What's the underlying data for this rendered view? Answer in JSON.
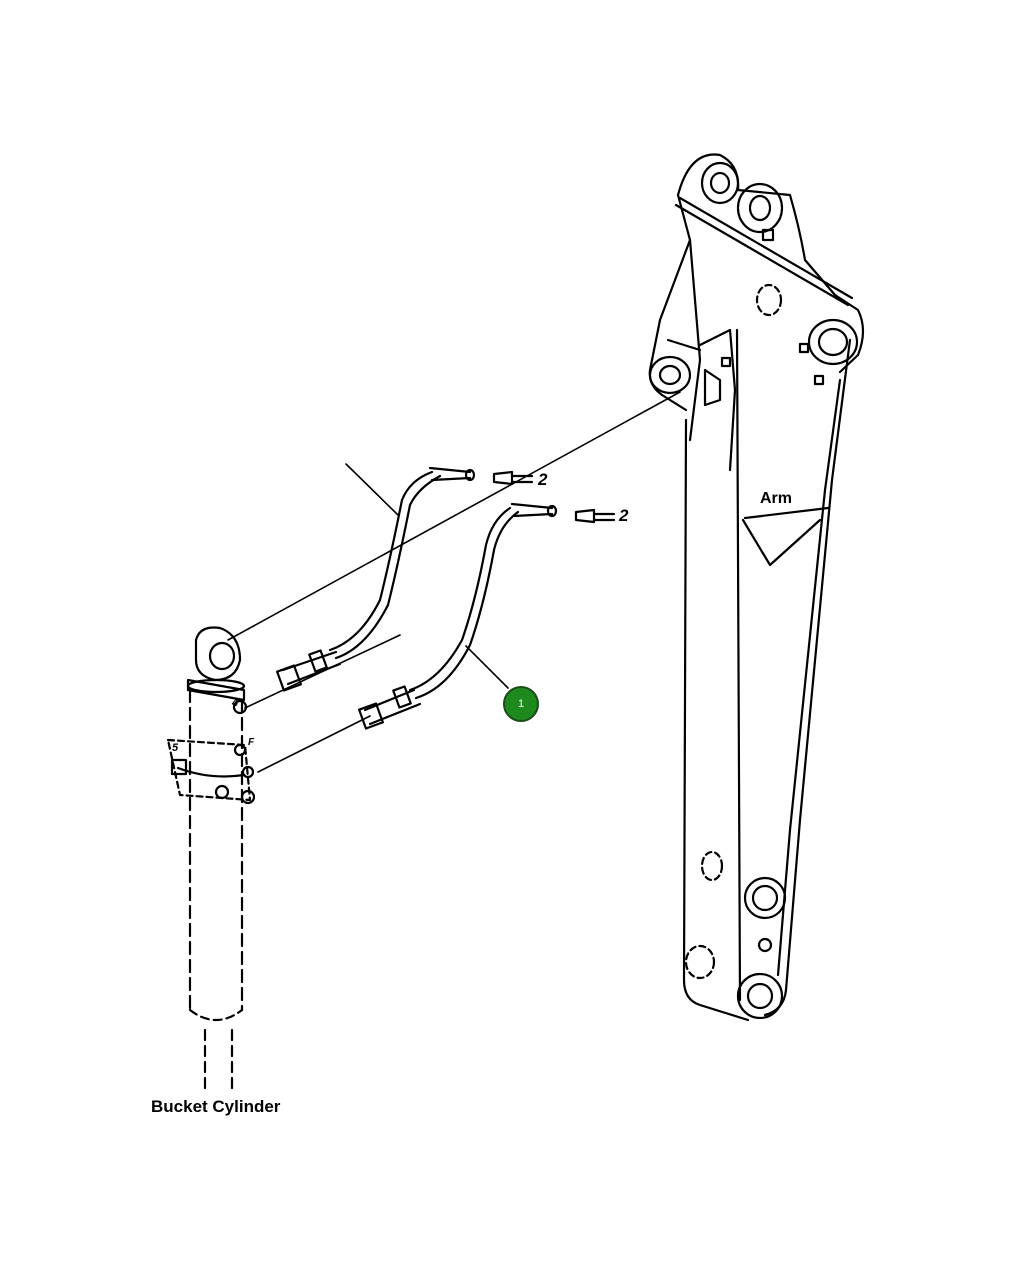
{
  "labels": {
    "arm": "Arm",
    "bucket_cylinder": "Bucket Cylinder"
  },
  "callout": {
    "number": "1",
    "color": "#1e8a1e"
  },
  "references": {
    "fitting_top": "2",
    "fitting_bottom": "2",
    "cyl_small_a": "4",
    "cyl_small_b": "5",
    "cyl_small_c": "F"
  }
}
